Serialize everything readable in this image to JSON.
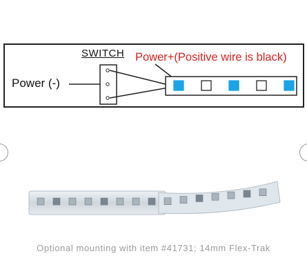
{
  "diagram": {
    "switch_label": "SWITCH",
    "power_negative_label": "Power (-)",
    "power_positive_label": "Power+(Positive wire is black)",
    "led_colors": [
      "#1ba3e6",
      "#ffffff",
      "#1ba3e6",
      "#ffffff",
      "#1ba3e6"
    ]
  },
  "gallery": {
    "prev_icon": "chevron-left-icon",
    "next_icon": "chevron-right-icon",
    "caption": "Optional mounting with item #41731; 14mm Flex-Trak"
  }
}
